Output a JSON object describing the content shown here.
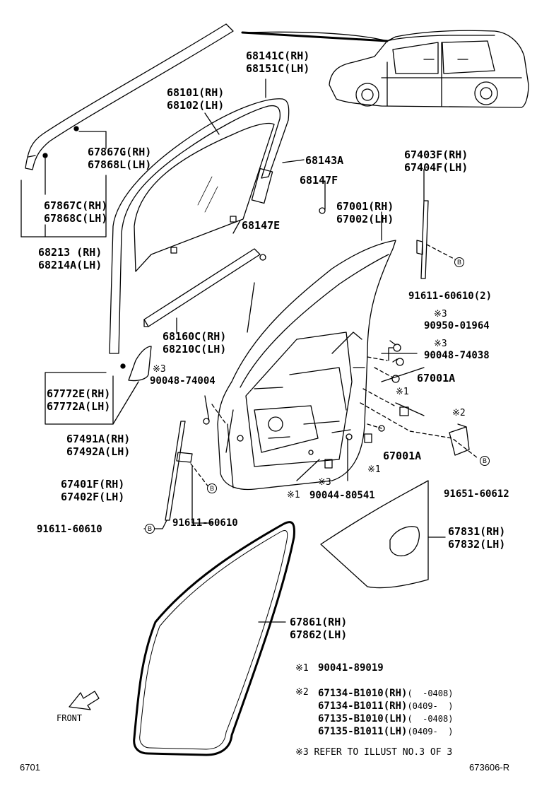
{
  "labels": {
    "p68141": "68141C(RH)",
    "p68151": "68151C(LH)",
    "p68101": "68101(RH)",
    "p68102": "68102(LH)",
    "p67867g": "67867G(RH)",
    "p67868l": "67868L(LH)",
    "p68143a": "68143A",
    "p68147f": "68147F",
    "p67403f": "67403F(RH)",
    "p67404f": "67404F(LH)",
    "p67867c": "67867C(RH)",
    "p67868c": "67868C(LH)",
    "p67001": "67001(RH)",
    "p67002": "67002(LH)",
    "p68147e": "68147E",
    "p68213": "68213 (RH)",
    "p68214a": "68214A(LH)",
    "p91611_2": "91611-60610(2)",
    "p90950_mark": "※3",
    "p90950": "90950-01964",
    "p90048_38_mark": "※3",
    "p90048_38": "90048-74038",
    "p68160": "68160C(RH)",
    "p68210": "68210C(LH)",
    "p67001a_top": "67001A",
    "p90048_04_mark": "※3",
    "p90048_04": "90048-74004",
    "p67772e": "67772E(RH)",
    "p67772a": "67772A(LH)",
    "mark1_top": "※1",
    "mark2": "※2",
    "p67491a": "67491A(RH)",
    "p67492a": "67492A(LH)",
    "p67001a_bot": "67001A",
    "mark1_mid": "※1",
    "p67401f": "67401F(RH)",
    "p67402f": "67402F(LH)",
    "mark3_b": "※3",
    "mark1_b": "※1",
    "p90044": "90044-80541",
    "p91651": "91651-60612",
    "p91611_a": "91611-60610",
    "p91611_b": "91611-60610",
    "p67831": "67831(RH)",
    "p67832": "67832(LH)",
    "p67861": "67861(RH)",
    "p67862": "67862(LH)"
  },
  "notes": {
    "n1_mark": "※1",
    "n1_part": "90041-89019",
    "n2_mark": "※2",
    "n2_rows": [
      {
        "part": "67134-B1010",
        "side": "(RH)",
        "range": "(  -0408)"
      },
      {
        "part": "67134-B1011",
        "side": "(RH)",
        "range": "(0409-  )"
      },
      {
        "part": "67135-B1010",
        "side": "(LH)",
        "range": "(  -0408)"
      },
      {
        "part": "67135-B1011",
        "side": "(LH)",
        "range": "(0409-  )"
      }
    ],
    "n3": "※3 REFER TO ILLUST NO.3 OF 3"
  },
  "front_label": "FRONT",
  "bolt_marker": "B",
  "footer": {
    "left": "6701",
    "right": "673606-R"
  }
}
